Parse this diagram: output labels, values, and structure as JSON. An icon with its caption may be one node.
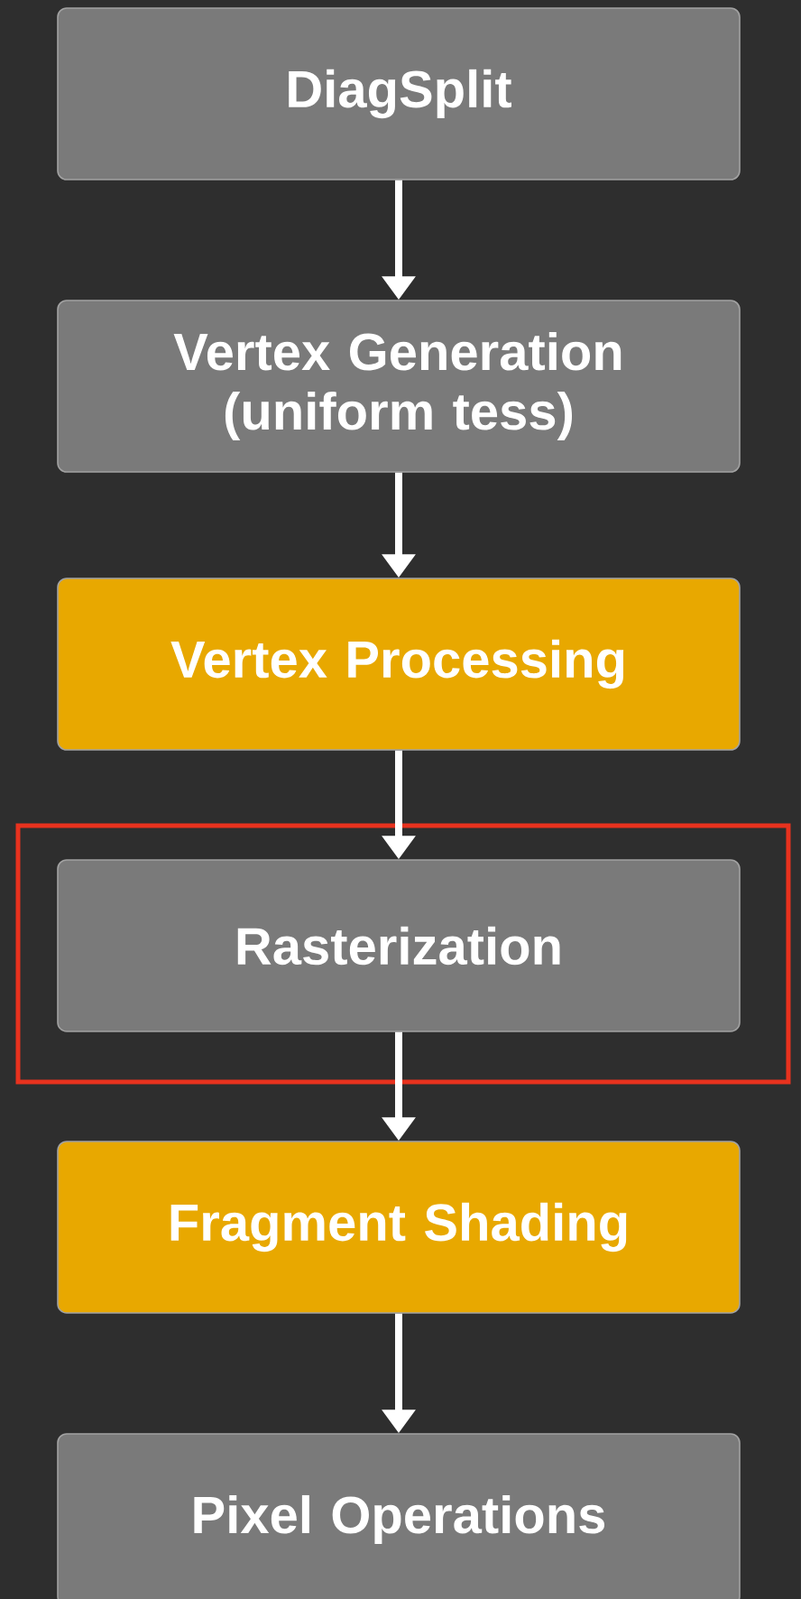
{
  "diagram": {
    "nodes": [
      {
        "text": [
          "DiagSplit"
        ]
      },
      {
        "text": [
          "Vertex Generation (uniform tess)"
        ]
      },
      {
        "text": [
          "Vertex Processing"
        ]
      },
      {
        "text": [],
        "shape": "box"
      },
      {
        "text": [
          "Rasterization"
        ],
        "in": 3
      },
      {
        "text": [
          "Fragment Shading"
        ]
      },
      {
        "text": [
          "Pixel Operations"
        ]
      }
    ],
    "edges": [
      {
        "from": 0,
        "to": 1,
        "arrow": "to"
      },
      {
        "from": 1,
        "to": 2,
        "arrow": "to"
      },
      {
        "from": 2,
        "to": 4,
        "arrow": "to"
      },
      {
        "from": 4,
        "to": 5,
        "arrow": "to"
      },
      {
        "from": 5,
        "to": 6,
        "arrow": "to"
      }
    ]
  }
}
